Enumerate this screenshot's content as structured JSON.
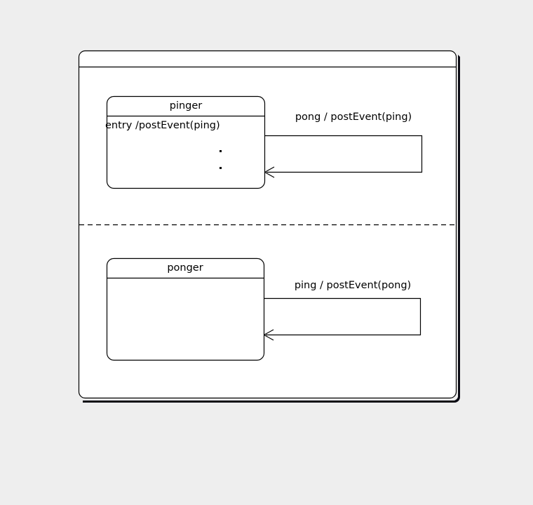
{
  "diagram": {
    "type": "uml-state-machine",
    "background_color": "#eeeeee",
    "surface_color": "#ffffff",
    "line_color": "#000000",
    "composite_state": {
      "title": "",
      "has_title_divider": true,
      "regions_separator": "dashed"
    },
    "regions": [
      {
        "name": "pinger-region",
        "state": {
          "name": "pinger",
          "body_lines": [
            "entry /postEvent(ping)"
          ],
          "continuation_marks": 2
        },
        "self_transition": {
          "label": "pong / postEvent(ping)",
          "trigger": "pong",
          "effect": "postEvent(ping)",
          "arrowhead": "open"
        }
      },
      {
        "name": "ponger-region",
        "state": {
          "name": "ponger",
          "body_lines": [],
          "continuation_marks": 0
        },
        "self_transition": {
          "label": "ping / postEvent(pong)",
          "trigger": "ping",
          "effect": "postEvent(pong)",
          "arrowhead": "open"
        }
      }
    ]
  }
}
